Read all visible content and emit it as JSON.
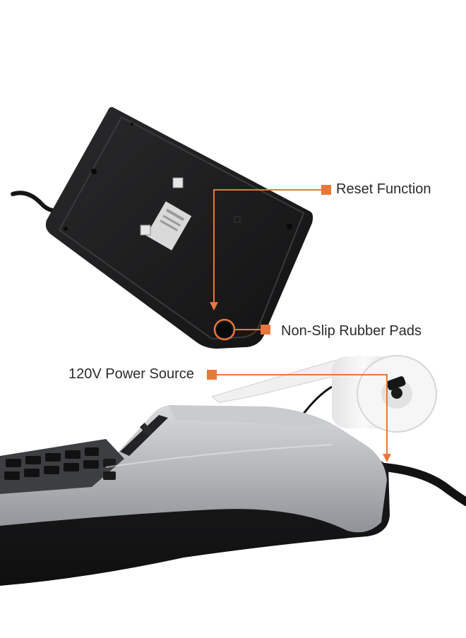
{
  "callouts": {
    "reset": {
      "label": "Reset Function"
    },
    "pads": {
      "label": "Non-Slip Rubber Pads"
    },
    "power": {
      "label": "120V Power Source"
    }
  },
  "colors": {
    "accent": "#E8773A",
    "label_text": "#2b2b2b",
    "calculator_body": "#1c1c1e",
    "calculator_silver": "#b9bcbf",
    "paper": "#f2f2f2"
  }
}
